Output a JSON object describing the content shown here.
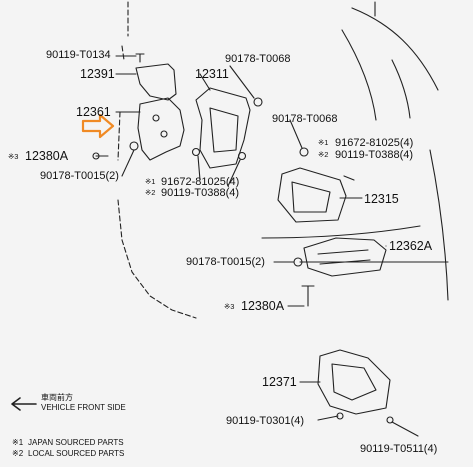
{
  "parts": {
    "p_90119_T0134": "90119-T0134",
    "p_12391": "12391",
    "p_12311": "12311",
    "p_90178_T0068_top": "90178-T0068",
    "p_12361": "12361",
    "p_12380A_left": "12380A",
    "p_12380A_left_mark": "※3",
    "p_90178_T0015_left": "90178-T0015(2)",
    "p_91672_81025_center": "91672-81025(4)",
    "p_91672_81025_center_mark": "※1",
    "p_90119_T0388_center": "90119-T0388(4)",
    "p_90119_T0388_center_mark": "※2",
    "p_90178_T0068_right": "90178-T0068",
    "p_91672_81025_right": "91672-81025(4)",
    "p_91672_81025_right_mark": "※1",
    "p_90119_T0388_right": "90119-T0388(4)",
    "p_90119_T0388_right_mark": "※2",
    "p_12315": "12315",
    "p_12362A": "12362A",
    "p_90178_T0015_mid": "90178-T0015(2)",
    "p_12380A_bottom": "12380A",
    "p_12380A_bottom_mark": "※3",
    "p_12371": "12371",
    "p_90119_T0301": "90119-T0301(4)",
    "p_90119_T0511": "90119-T0511(4)"
  },
  "legend": {
    "front_jp": "車両前方",
    "front_en": "VEHICLE FRONT SIDE",
    "note1_mark": "※1",
    "note1": "JAPAN SOURCED PARTS",
    "note2_mark": "※2",
    "note2": "LOCAL SOURCED PARTS"
  },
  "colors": {
    "line": "#222222",
    "highlight_arrow": "#f08a24",
    "background": "#f4f4f4"
  }
}
